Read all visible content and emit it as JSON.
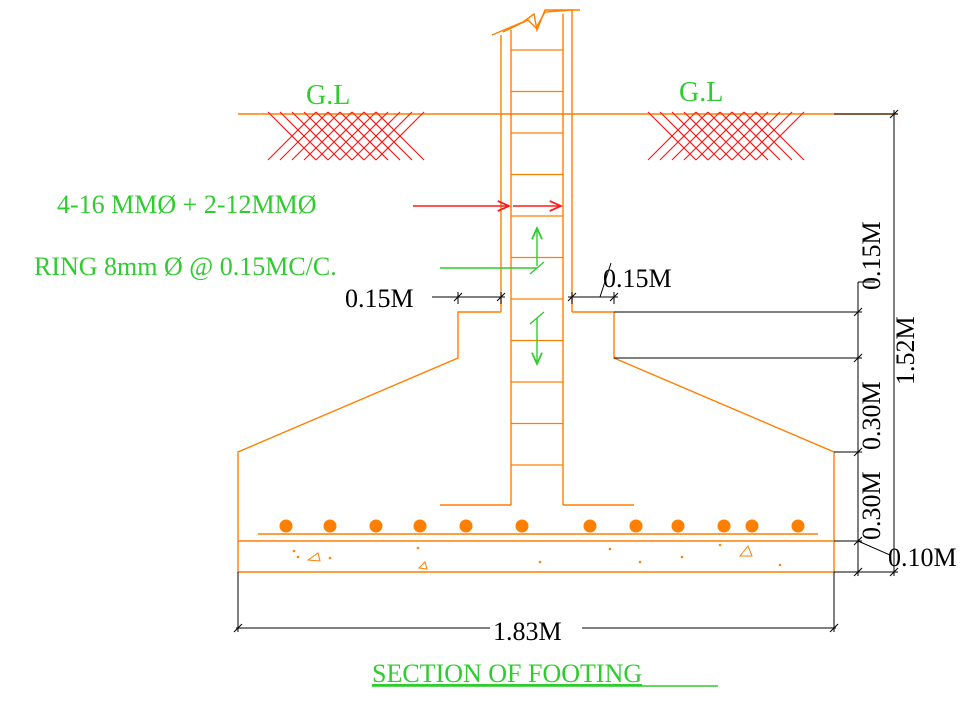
{
  "title": "SECTION OF FOOTING",
  "labels": {
    "gl_left": "G.L",
    "gl_right": "G.L",
    "main_bars": "4-16 MMØ + 2-12MMØ",
    "ring": "RING 8mm Ø @ 0.15MC/C."
  },
  "dimensions": {
    "offset_left": "0.15M",
    "offset_right": "0.15M",
    "vertical_top": "0.15M",
    "vertical_slope": "0.30M",
    "vertical_footing": "0.30M",
    "vertical_pcc": "0.10M",
    "total_depth": "1.52M",
    "footing_width": "1.83M"
  },
  "colors": {
    "concrete": "#ff7f00",
    "annotation": "#2ecc2e",
    "hatch": "#ff1a1a",
    "dimension": "#000000"
  }
}
